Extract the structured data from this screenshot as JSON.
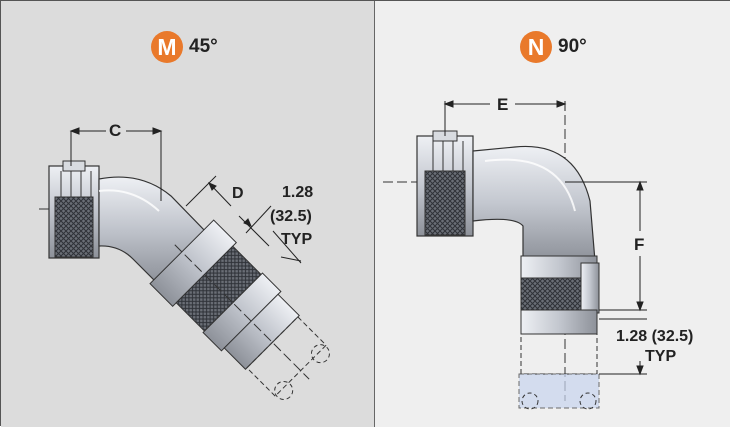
{
  "panels": [
    {
      "badge": "M",
      "angle": "45°",
      "dims": {
        "c": "C",
        "d": "D",
        "size_line1": "1.28",
        "size_line2": "(32.5)",
        "typ": "TYP"
      }
    },
    {
      "badge": "N",
      "angle": "90°",
      "dims": {
        "e": "E",
        "f": "F",
        "size_line1": "1.28 (32.5)",
        "typ": "TYP"
      }
    }
  ],
  "colors": {
    "badge": "#e9792b",
    "left_bg": "#dcdcdc",
    "right_bg": "#efefef",
    "metal": "#c9ccd3",
    "knurl": "#5a5e66"
  }
}
